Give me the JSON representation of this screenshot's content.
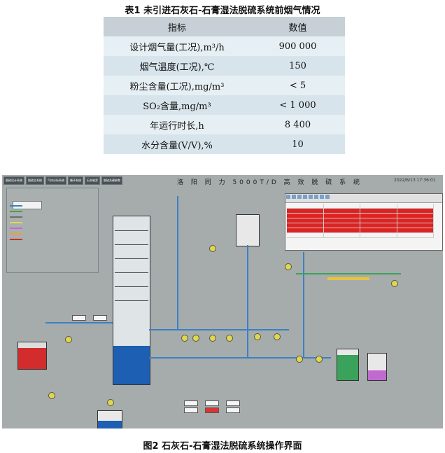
{
  "table": {
    "title": "表1  未引进石灰石-石膏湿法脱硫系统前烟气情况",
    "headers": [
      "指标",
      "数值"
    ],
    "rows": [
      [
        "设计烟气量(工况),m³/h",
        "900 000"
      ],
      [
        "烟气温度(工况),℃",
        "150"
      ],
      [
        "粉尘含量(工况),mg/m³",
        "< 5"
      ],
      [
        "SO₂含量,mg/m³",
        "< 1 000"
      ],
      [
        "年运行时长,h",
        "8 400"
      ],
      [
        "水分含量(V/V),%",
        "10"
      ]
    ]
  },
  "figure": {
    "caption": "图2  石灰石-石膏湿法脱硫系统操作界面",
    "hmi_title": "洛 阳 同 力 5000T/D 高 效 脱 硫 系 统",
    "datetime": "2022/6/13 17:36:01",
    "nav_items": [
      "脱硫设计系统",
      "脱硫主系统",
      "气体分析系统",
      "循环系统",
      "石灰制浆",
      "脱硫关键参数"
    ],
    "colors": {
      "background": "#a5acab",
      "liquid_blue": "#1d5fb3",
      "liquid_red": "#d22c2c",
      "liquid_green": "#3aa25a",
      "liquid_purple": "#c06ad0",
      "pump_yellow": "#e0d84a"
    }
  }
}
